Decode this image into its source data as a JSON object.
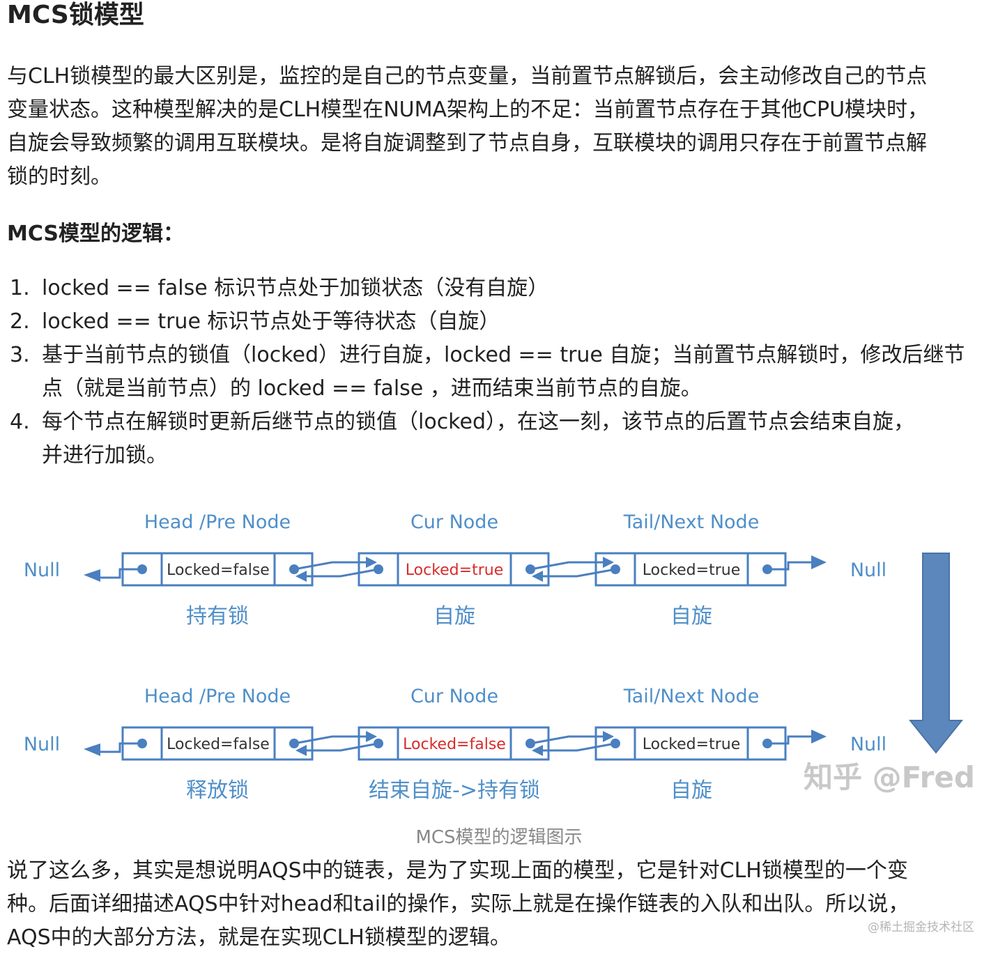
{
  "heading": "MCS锁模型",
  "intro_lines": [
    "与CLH锁模型的最大区别是，监控的是自己的节点变量，当前置节点解锁后，会主动修改自己的节点",
    "变量状态。这种模型解决的是CLH模型在NUMA架构上的不足：当前置节点存在于其他CPU模块时，",
    "自旋会导致频繁的调用互联模块。是将自旋调整到了节点自身，互联模块的调用只存在于前置节点解",
    "锁的时刻。"
  ],
  "logic_heading": "MCS模型的逻辑：",
  "logic_items": [
    {
      "num": "1.",
      "lines": [
        "locked == false 标识节点处于加锁状态（没有自旋）"
      ]
    },
    {
      "num": "2.",
      "lines": [
        "locked == true 标识节点处于等待状态（自旋）"
      ]
    },
    {
      "num": "3.",
      "lines": [
        "基于当前节点的锁值（locked）进行自旋，locked == true 自旋；当前置节点解锁时，修改后继节",
        "点（就是当前节点）的 locked == false ，进而结束当前节点的自旋。"
      ]
    },
    {
      "num": "4.",
      "lines": [
        "每个节点在解锁时更新后继节点的锁值（locked），在这一刻，该节点的后置节点会结束自旋，",
        "并进行加锁。"
      ]
    }
  ],
  "diagram": {
    "rows": [
      {
        "nodes": [
          {
            "title": "Head /Pre Node",
            "value": "Locked=false",
            "value_color": "#333333",
            "status": "持有锁"
          },
          {
            "title": "Cur Node",
            "value": "Locked=true",
            "value_color": "#d92b2b",
            "status": "自旋"
          },
          {
            "title": "Tail/Next Node",
            "value": "Locked=true",
            "value_color": "#333333",
            "status": "自旋"
          }
        ],
        "left_null": "Null",
        "right_null": "Null"
      },
      {
        "nodes": [
          {
            "title": "Head /Pre Node",
            "value": "Locked=false",
            "value_color": "#333333",
            "status": "释放锁"
          },
          {
            "title": "Cur Node",
            "value": "Locked=false",
            "value_color": "#d92b2b",
            "status": "结束自旋->持有锁"
          },
          {
            "title": "Tail/Next Node",
            "value": "Locked=true",
            "value_color": "#333333",
            "status": "自旋"
          }
        ],
        "left_null": "Null",
        "right_null": "Null"
      }
    ],
    "watermark": "知乎 @Fred",
    "colors": {
      "blue_text": "#4f8fc9",
      "box_border": "#4a7fc0",
      "big_arrow": "#5b87bd"
    }
  },
  "caption": "MCS模型的逻辑图示",
  "outro_lines": [
    "说了这么多，其实是想说明AQS中的链表，是为了实现上面的模型，它是针对CLH锁模型的一个变",
    "种。后面详细描述AQS中针对head和tail的操作，实际上就是在操作链表的入队和出队。所以说，",
    "AQS中的大部分方法，就是在实现CLH锁模型的逻辑。"
  ],
  "credit": "@稀土掘金技术社区"
}
